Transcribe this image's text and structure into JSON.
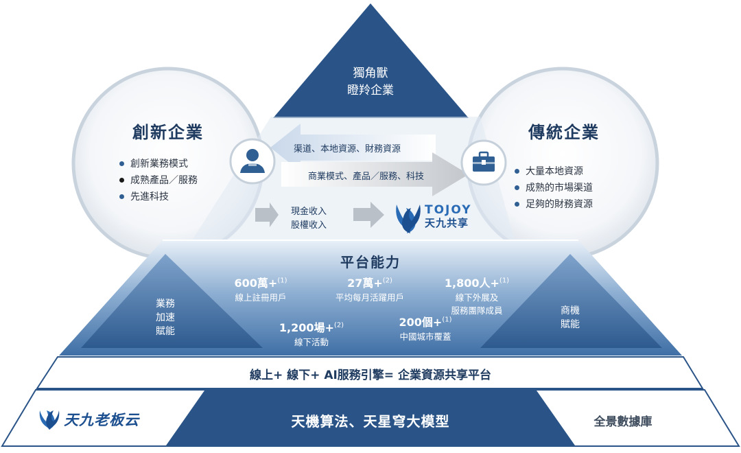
{
  "top": {
    "label_line1": "獨角獸",
    "label_line2": "瞪羚企業"
  },
  "left_circle": {
    "title": "創新企業",
    "items": [
      {
        "text": "創新業務模式",
        "dot_color": "#2f5f93"
      },
      {
        "text": "成熟產品／服務",
        "dot_color": "#1a1a1a"
      },
      {
        "text": "先進科技",
        "dot_color": "#2f5f93"
      }
    ]
  },
  "right_circle": {
    "title": "傳統企業",
    "items": [
      {
        "text": "大量本地資源",
        "dot_color": "#2f5f93"
      },
      {
        "text": "成熟的市場渠道",
        "dot_color": "#2f5f93"
      },
      {
        "text": "足夠的財務資源",
        "dot_color": "#2f5f93"
      }
    ]
  },
  "arrows": {
    "to_innovative": "渠道、本地資源、財務資源",
    "to_traditional": "商業模式、產品／服務、科技"
  },
  "revenue": {
    "line1": "現金收入",
    "line2": "股權收入"
  },
  "tojoy_logo": {
    "latin": "TOJOY",
    "chinese": "天九共享"
  },
  "platform": {
    "title": "平台能力",
    "metrics": [
      {
        "value": "600萬+",
        "note": "(1)",
        "label": "線上註冊用戶"
      },
      {
        "value": "27萬+",
        "note": "(2)",
        "label": "平均每月活躍用戶"
      },
      {
        "value": "1,800人+",
        "note": "(1)",
        "label_line1": "線下外展及",
        "label_line2": "服務團隊成員"
      },
      {
        "value": "1,200場+",
        "note": "(2)",
        "label": "線下活動"
      },
      {
        "value": "200個+",
        "note": "(1)",
        "label": "中國城市覆蓋"
      }
    ]
  },
  "left_pyramid": {
    "line1": "業務",
    "line2": "加速",
    "line3": "賦能"
  },
  "right_pyramid": {
    "line1": "商機",
    "line2": "賦能"
  },
  "engine_band": {
    "text": "線上+ 線下+ AI服務引擎= 企業資源共享平台"
  },
  "bottom": {
    "left_logo": "天九老板云",
    "center": "天機算法、天星穹大模型",
    "right": "全景數據庫"
  },
  "colors": {
    "navy": "#2a5488",
    "dark_navy": "#1f3b60",
    "light_blue": "#d6e2ef"
  }
}
